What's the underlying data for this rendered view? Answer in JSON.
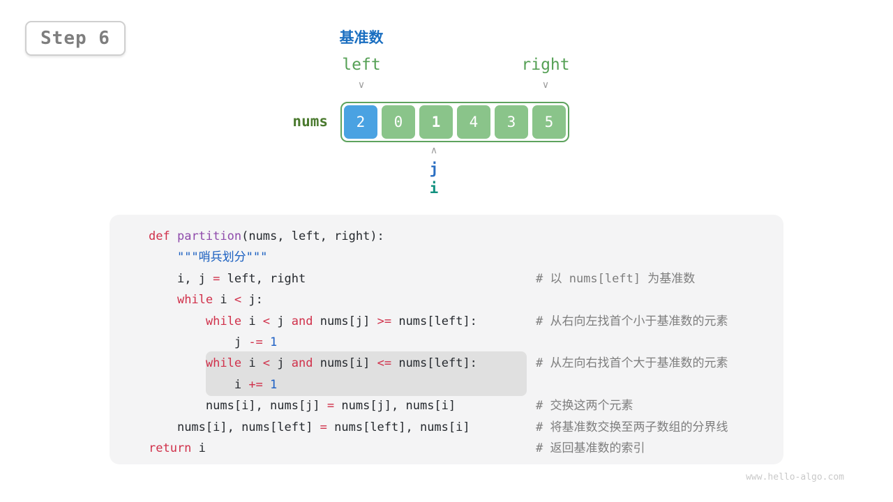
{
  "badge": {
    "label": "Step 6"
  },
  "diagram": {
    "pivot_label": "基准数",
    "left_label": "left",
    "right_label": "right",
    "array_label": "nums",
    "down_arrow": "∨",
    "up_arrow": "∧",
    "pointer_j": "j",
    "pointer_i": "i",
    "cells": [
      {
        "value": "2",
        "variant": "pivot",
        "bold": false
      },
      {
        "value": "0",
        "variant": "default",
        "bold": false
      },
      {
        "value": "1",
        "variant": "default",
        "bold": true
      },
      {
        "value": "4",
        "variant": "default",
        "bold": false
      },
      {
        "value": "3",
        "variant": "default",
        "bold": false
      },
      {
        "value": "5",
        "variant": "default",
        "bold": false
      }
    ]
  },
  "code": {
    "lines": [
      {
        "indent": 0,
        "highlight": false,
        "comment": "",
        "tokens": [
          [
            "kw",
            "def"
          ],
          [
            "pl",
            " "
          ],
          [
            "fn",
            "partition"
          ],
          [
            "pl",
            "(nums, left, right):"
          ]
        ]
      },
      {
        "indent": 4,
        "highlight": false,
        "comment": "",
        "tokens": [
          [
            "str",
            "\"\"\"哨兵划分\"\"\""
          ]
        ]
      },
      {
        "indent": 4,
        "highlight": false,
        "comment": "# 以 nums[left] 为基准数",
        "tokens": [
          [
            "pl",
            "i, j "
          ],
          [
            "op",
            "="
          ],
          [
            "pl",
            " left, right"
          ]
        ]
      },
      {
        "indent": 4,
        "highlight": false,
        "comment": "",
        "tokens": [
          [
            "kw",
            "while"
          ],
          [
            "pl",
            " i "
          ],
          [
            "op",
            "<"
          ],
          [
            "pl",
            " j:"
          ]
        ]
      },
      {
        "indent": 8,
        "highlight": false,
        "comment": "# 从右向左找首个小于基准数的元素",
        "tokens": [
          [
            "kw",
            "while"
          ],
          [
            "pl",
            " i "
          ],
          [
            "op",
            "<"
          ],
          [
            "pl",
            " j "
          ],
          [
            "kw",
            "and"
          ],
          [
            "pl",
            " nums[j] "
          ],
          [
            "op",
            ">="
          ],
          [
            "pl",
            " nums[left]:"
          ]
        ]
      },
      {
        "indent": 12,
        "highlight": false,
        "comment": "",
        "tokens": [
          [
            "pl",
            "j "
          ],
          [
            "op",
            "-="
          ],
          [
            "pl",
            " "
          ],
          [
            "num",
            "1"
          ]
        ]
      },
      {
        "indent": 8,
        "highlight": true,
        "comment": "# 从左向右找首个大于基准数的元素",
        "tokens": [
          [
            "kw",
            "while"
          ],
          [
            "pl",
            " i "
          ],
          [
            "op",
            "<"
          ],
          [
            "pl",
            " j "
          ],
          [
            "kw",
            "and"
          ],
          [
            "pl",
            " nums[i] "
          ],
          [
            "op",
            "<="
          ],
          [
            "pl",
            " nums[left]:"
          ]
        ]
      },
      {
        "indent": 12,
        "highlight": true,
        "comment": "",
        "tokens": [
          [
            "pl",
            "i "
          ],
          [
            "op",
            "+="
          ],
          [
            "pl",
            " "
          ],
          [
            "num",
            "1"
          ]
        ]
      },
      {
        "indent": 8,
        "highlight": false,
        "comment": "# 交换这两个元素",
        "tokens": [
          [
            "pl",
            "nums[i], nums[j] "
          ],
          [
            "op",
            "="
          ],
          [
            "pl",
            " nums[j], nums[i]"
          ]
        ]
      },
      {
        "indent": 4,
        "highlight": false,
        "comment": "# 将基准数交换至两子数组的分界线",
        "tokens": [
          [
            "pl",
            "nums[i], nums[left] "
          ],
          [
            "op",
            "="
          ],
          [
            "pl",
            " nums[left], nums[i]"
          ]
        ]
      },
      {
        "indent": 0,
        "highlight": false,
        "comment": "# 返回基准数的索引",
        "tokens": [
          [
            "kw",
            "return"
          ],
          [
            "pl",
            " i"
          ]
        ]
      }
    ]
  },
  "footer": {
    "watermark": "www.hello-algo.com"
  },
  "colors": {
    "pivot_cell": "#4aa2e2",
    "element_cell": "#8ac48a",
    "array_border": "#5ea35e",
    "pivot_label": "#1a6ec0",
    "label_green": "#55a055",
    "nums_label": "#4b7a2f",
    "pointer_j": "#2b6fc2",
    "pointer_i": "#12917f",
    "arrow": "#9e9e9e",
    "keyword": "#d0304a",
    "function_name": "#8f4bab",
    "number": "#1c5fc4",
    "string": "#1a5fc0",
    "comment": "#7d7d7d",
    "plain": "#25292e",
    "code_bg": "#f4f4f5",
    "highlight_bg": "#e0e0e0",
    "badge_text": "#7e7e7e",
    "badge_border": "#cfcfcf",
    "watermark": "#c9c9c9"
  }
}
